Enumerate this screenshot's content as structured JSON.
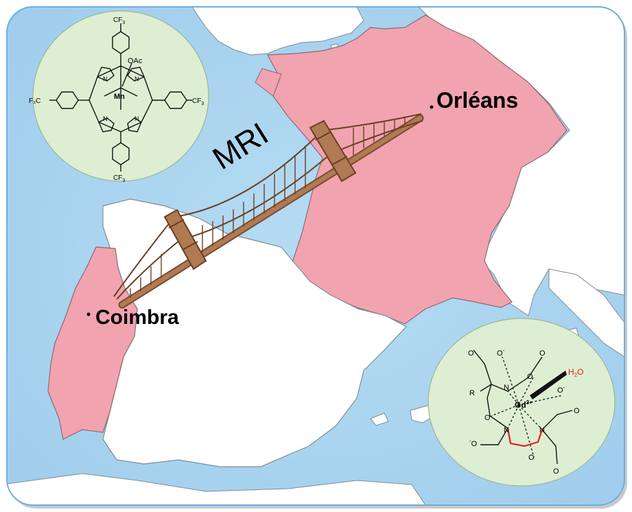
{
  "map": {
    "bridge_label": "MRI",
    "city_east": "Orléans",
    "city_west": "Coimbra"
  },
  "molecule_left": {
    "metal": "Mn",
    "axial_ligand": "OAc",
    "substituent": "CF",
    "substituent_sub": "3",
    "substituent_left": "F₃C",
    "n_label": "N"
  },
  "molecule_right": {
    "metal": "Gd",
    "metal_charge": "3+",
    "water": "H",
    "water_sub": "2",
    "water_o": "O",
    "r_group": "R",
    "n_label": "N",
    "o_label": "O",
    "o_minus": "-"
  },
  "colors": {
    "sea": "#a9d5f0",
    "frame_border": "#5a9fd4",
    "highlight_country": "#f1a3b0",
    "other_land": "#ffffff",
    "circle_fill": "#deeed3",
    "bridge": "#b07a52",
    "bridge_dark": "#7a4b2b",
    "water_red": "#e02020"
  }
}
